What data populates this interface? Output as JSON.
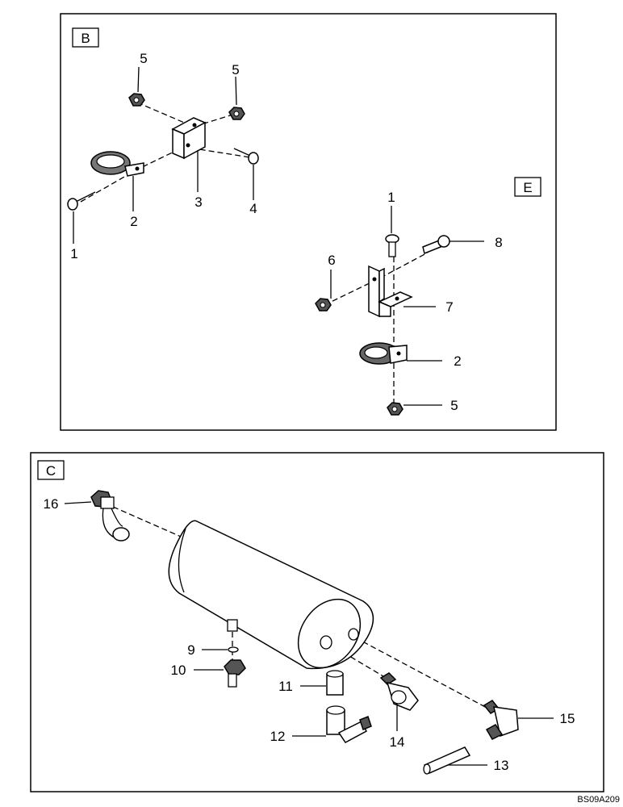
{
  "panels": {
    "b": {
      "tag": "B",
      "callouts": [
        "5",
        "5",
        "1",
        "2",
        "3",
        "4"
      ]
    },
    "e": {
      "tag": "E",
      "callouts": [
        "1",
        "8",
        "6",
        "7",
        "2",
        "5"
      ]
    },
    "c": {
      "tag": "C",
      "callouts": [
        "16",
        "9",
        "10",
        "11",
        "12",
        "14",
        "15",
        "13"
      ]
    }
  },
  "figure_code": "BS09A209"
}
